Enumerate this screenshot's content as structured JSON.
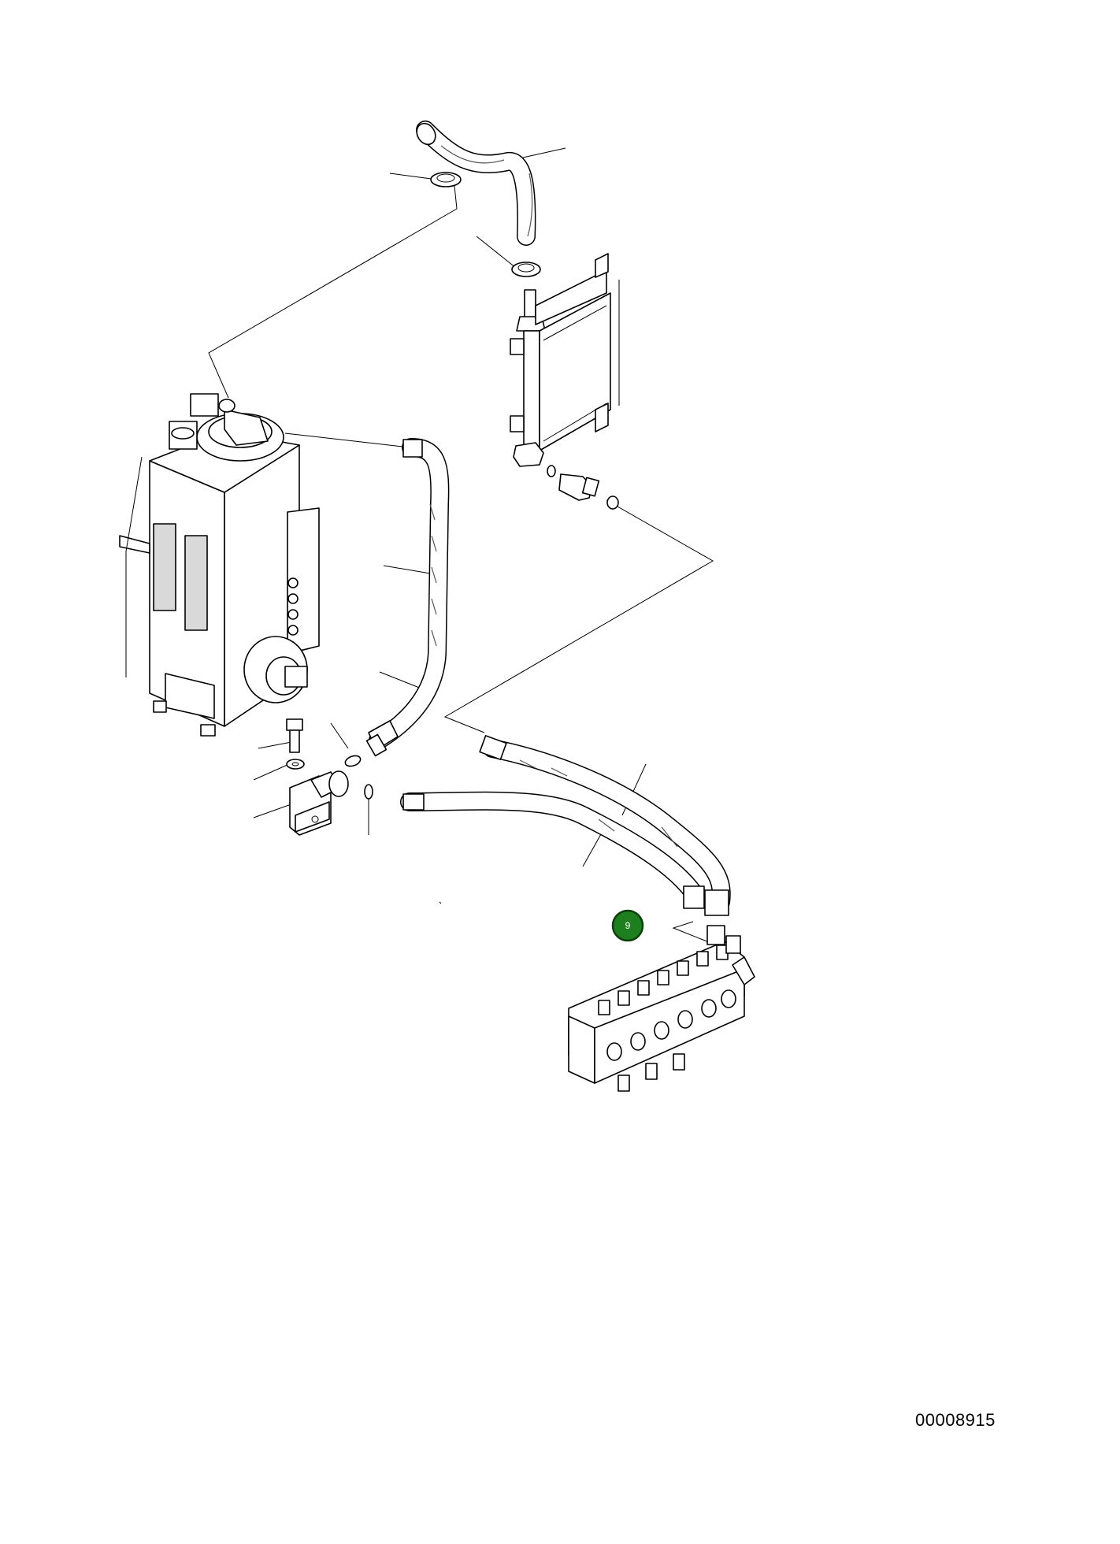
{
  "diagram": {
    "callout_badge": {
      "label": "9",
      "fill": "#1e7f1e",
      "stroke": "#0c3f0c",
      "text_color": "#ffffff"
    },
    "drawing_number": "00008915",
    "parts": [
      "hydraulic-tank",
      "oil-cooler",
      "upper-rubber-hose",
      "hose-clamp-upper",
      "hose-clamp-lower",
      "tank-return-hose",
      "cooler-adapter-fitting",
      "o-rings",
      "elbow-fitting-bracket",
      "bolt",
      "washer",
      "pressure-hose-pair",
      "control-valve-block"
    ]
  }
}
